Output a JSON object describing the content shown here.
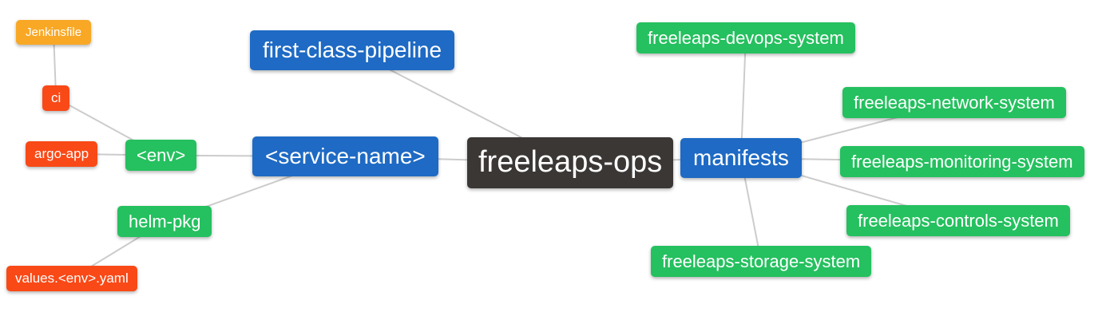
{
  "diagram": {
    "type": "mindmap",
    "root": "freeleaps-ops",
    "colors": {
      "root": "#3B3735",
      "level1": "#1E6AC4",
      "level2": "#25C05F",
      "level3": "#F94917",
      "level4": "#F9A825",
      "edge": "#CCCCCC",
      "background": "#FFFFFF",
      "text": "#FFFFFF"
    },
    "nodes": {
      "freeleaps_ops": {
        "label": "freeleaps-ops",
        "level": "root"
      },
      "first_class_pipeline": {
        "label": "first-class-pipeline",
        "level": 1
      },
      "service_name": {
        "label": "<service-name>",
        "level": 1
      },
      "manifests": {
        "label": "manifests",
        "level": 1
      },
      "env": {
        "label": "<env>",
        "level": 2
      },
      "helm_pkg": {
        "label": "helm-pkg",
        "level": 2
      },
      "ci": {
        "label": "ci",
        "level": 3
      },
      "argo_app": {
        "label": "argo-app",
        "level": 3
      },
      "values_env_yaml": {
        "label": "values.<env>.yaml",
        "level": 3
      },
      "jenkinsfile": {
        "label": "Jenkinsfile",
        "level": 4
      },
      "devops_system": {
        "label": "freeleaps-devops-system",
        "level": 2
      },
      "network_system": {
        "label": "freeleaps-network-system",
        "level": 2
      },
      "monitoring_system": {
        "label": "freeleaps-monitoring-system",
        "level": 2
      },
      "controls_system": {
        "label": "freeleaps-controls-system",
        "level": 2
      },
      "storage_system": {
        "label": "freeleaps-storage-system",
        "level": 2
      }
    },
    "edges": [
      [
        "jenkinsfile",
        "ci"
      ],
      [
        "ci",
        "env"
      ],
      [
        "argo_app",
        "env"
      ],
      [
        "env",
        "service_name"
      ],
      [
        "helm_pkg",
        "service_name"
      ],
      [
        "values_env_yaml",
        "helm_pkg"
      ],
      [
        "first_class_pipeline",
        "freeleaps_ops"
      ],
      [
        "service_name",
        "freeleaps_ops"
      ],
      [
        "freeleaps_ops",
        "manifests"
      ],
      [
        "manifests",
        "devops_system"
      ],
      [
        "manifests",
        "network_system"
      ],
      [
        "manifests",
        "monitoring_system"
      ],
      [
        "manifests",
        "controls_system"
      ],
      [
        "manifests",
        "storage_system"
      ]
    ]
  }
}
